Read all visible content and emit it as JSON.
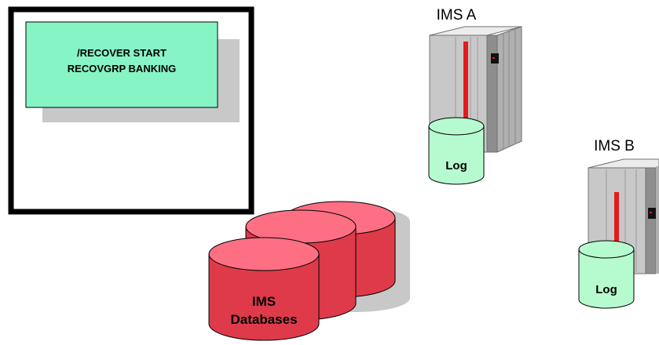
{
  "console": {
    "command_line_1": "/RECOVER START",
    "command_line_2": "RECOVGRP BANKING"
  },
  "systems": [
    {
      "label": "IMS A",
      "log_label": "Log"
    },
    {
      "label": "IMS B",
      "log_label": "Log"
    }
  ],
  "databases": {
    "label_line_1": "IMS",
    "label_line_2": "Databases"
  },
  "colors": {
    "console_panel": "#87f4c6",
    "log_disk": "#b6fbcf",
    "database_top": "#ff6f84",
    "database_body": "#de3a4a",
    "shadow": "#c8c8c8",
    "server_body": "#c8c8c8",
    "server_stripe": "#e21b1b"
  },
  "icons": [
    "terminal-console-icon",
    "mainframe-server-icon",
    "log-disk-icon",
    "database-cylinder-icon"
  ]
}
